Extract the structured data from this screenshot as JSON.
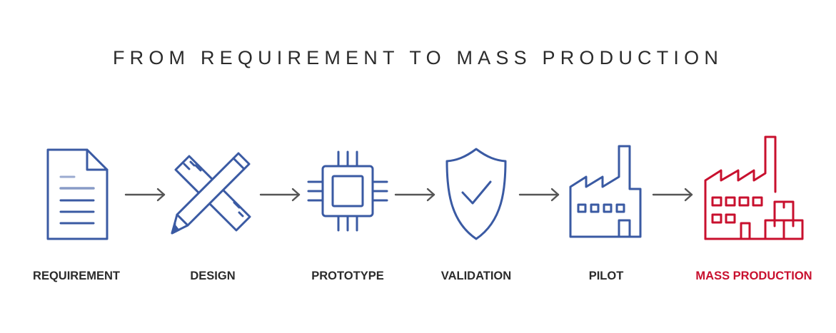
{
  "title": "FROM REQUIREMENT TO MASS PRODUCTION",
  "colors": {
    "primary": "#3a5aa3",
    "accent": "#c8102e",
    "arrow": "#555555",
    "text": "#2b2b2b"
  },
  "stages": [
    {
      "label": "REQUIREMENT",
      "icon": "document-icon"
    },
    {
      "label": "DESIGN",
      "icon": "ruler-pencil-icon"
    },
    {
      "label": "PROTOTYPE",
      "icon": "microchip-icon"
    },
    {
      "label": "VALIDATION",
      "icon": "shield-check-icon"
    },
    {
      "label": "PILOT",
      "icon": "factory-icon"
    },
    {
      "label": "MASS PRODUCTION",
      "icon": "factory-boxes-icon"
    }
  ]
}
